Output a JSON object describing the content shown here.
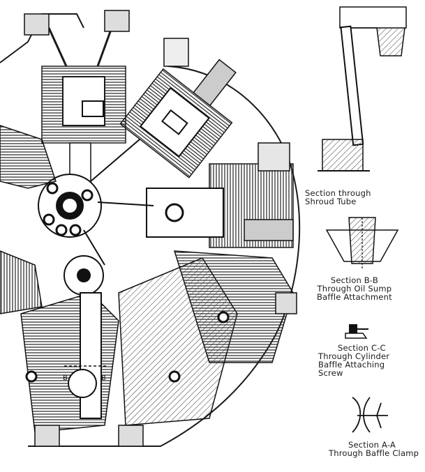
{
  "captions": {
    "shroud": {
      "line1": "Section through",
      "line2": "Shroud Tube"
    },
    "b_b": {
      "line1": "Section B-B",
      "line2": "Through Oil Sump",
      "line3": "Baffle Attachment"
    },
    "c_c": {
      "line1": "Section C-C",
      "line2": "Through Cylinder",
      "line3": "Baffle Attaching",
      "line4": "Screw"
    },
    "a_a": {
      "line1": "Section A-A",
      "line2": "Through Baffle Clamp"
    }
  },
  "section_markers": {
    "left": "B",
    "right": "B"
  },
  "ink_color": "#1a1a1a",
  "paper_color": "#ffffff"
}
